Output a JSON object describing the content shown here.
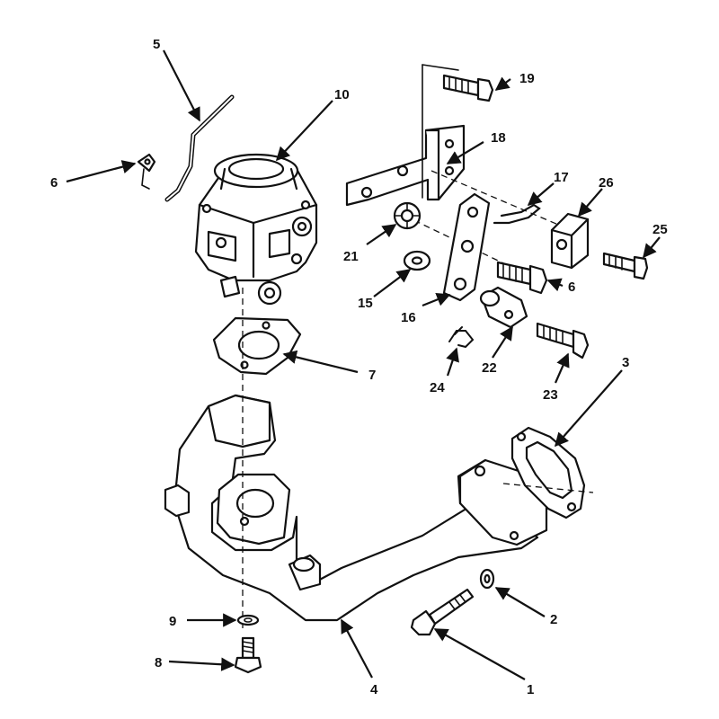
{
  "callouts": {
    "c1": "1",
    "c2": "2",
    "c3": "3",
    "c4": "4",
    "c5": "5",
    "c6a": "6",
    "c6b": "6",
    "c7": "7",
    "c8": "8",
    "c9": "9",
    "c10": "10",
    "c15": "15",
    "c16": "16",
    "c17": "17",
    "c18": "18",
    "c19": "19",
    "c21": "21",
    "c22": "22",
    "c23": "23",
    "c24": "24",
    "c25": "25",
    "c26": "26"
  },
  "colors": {
    "ink": "#111111",
    "paper": "#ffffff"
  }
}
